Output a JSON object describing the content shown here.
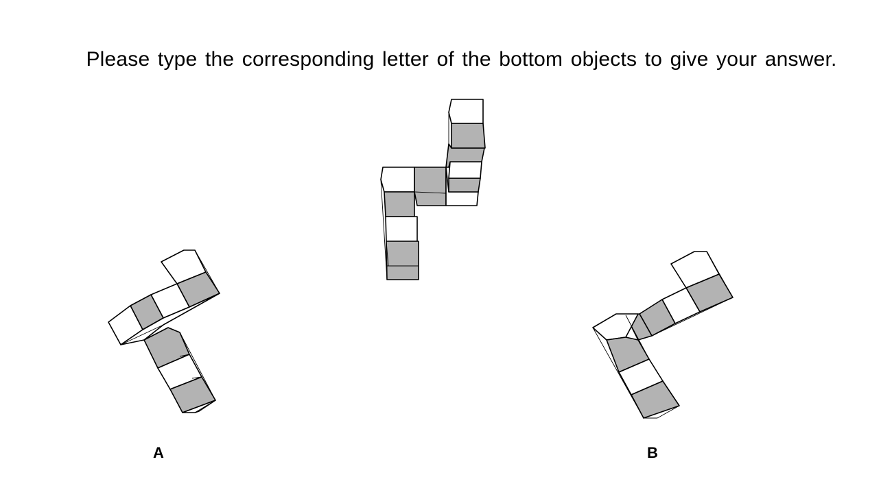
{
  "instruction": "Please type the corresponding letter of the bottom objects to give your answer.",
  "options": [
    {
      "label": "A"
    },
    {
      "label": "B"
    }
  ],
  "colors": {
    "shaded": "#b3b3b3",
    "unshaded": "#ffffff",
    "outline": "#000000"
  }
}
